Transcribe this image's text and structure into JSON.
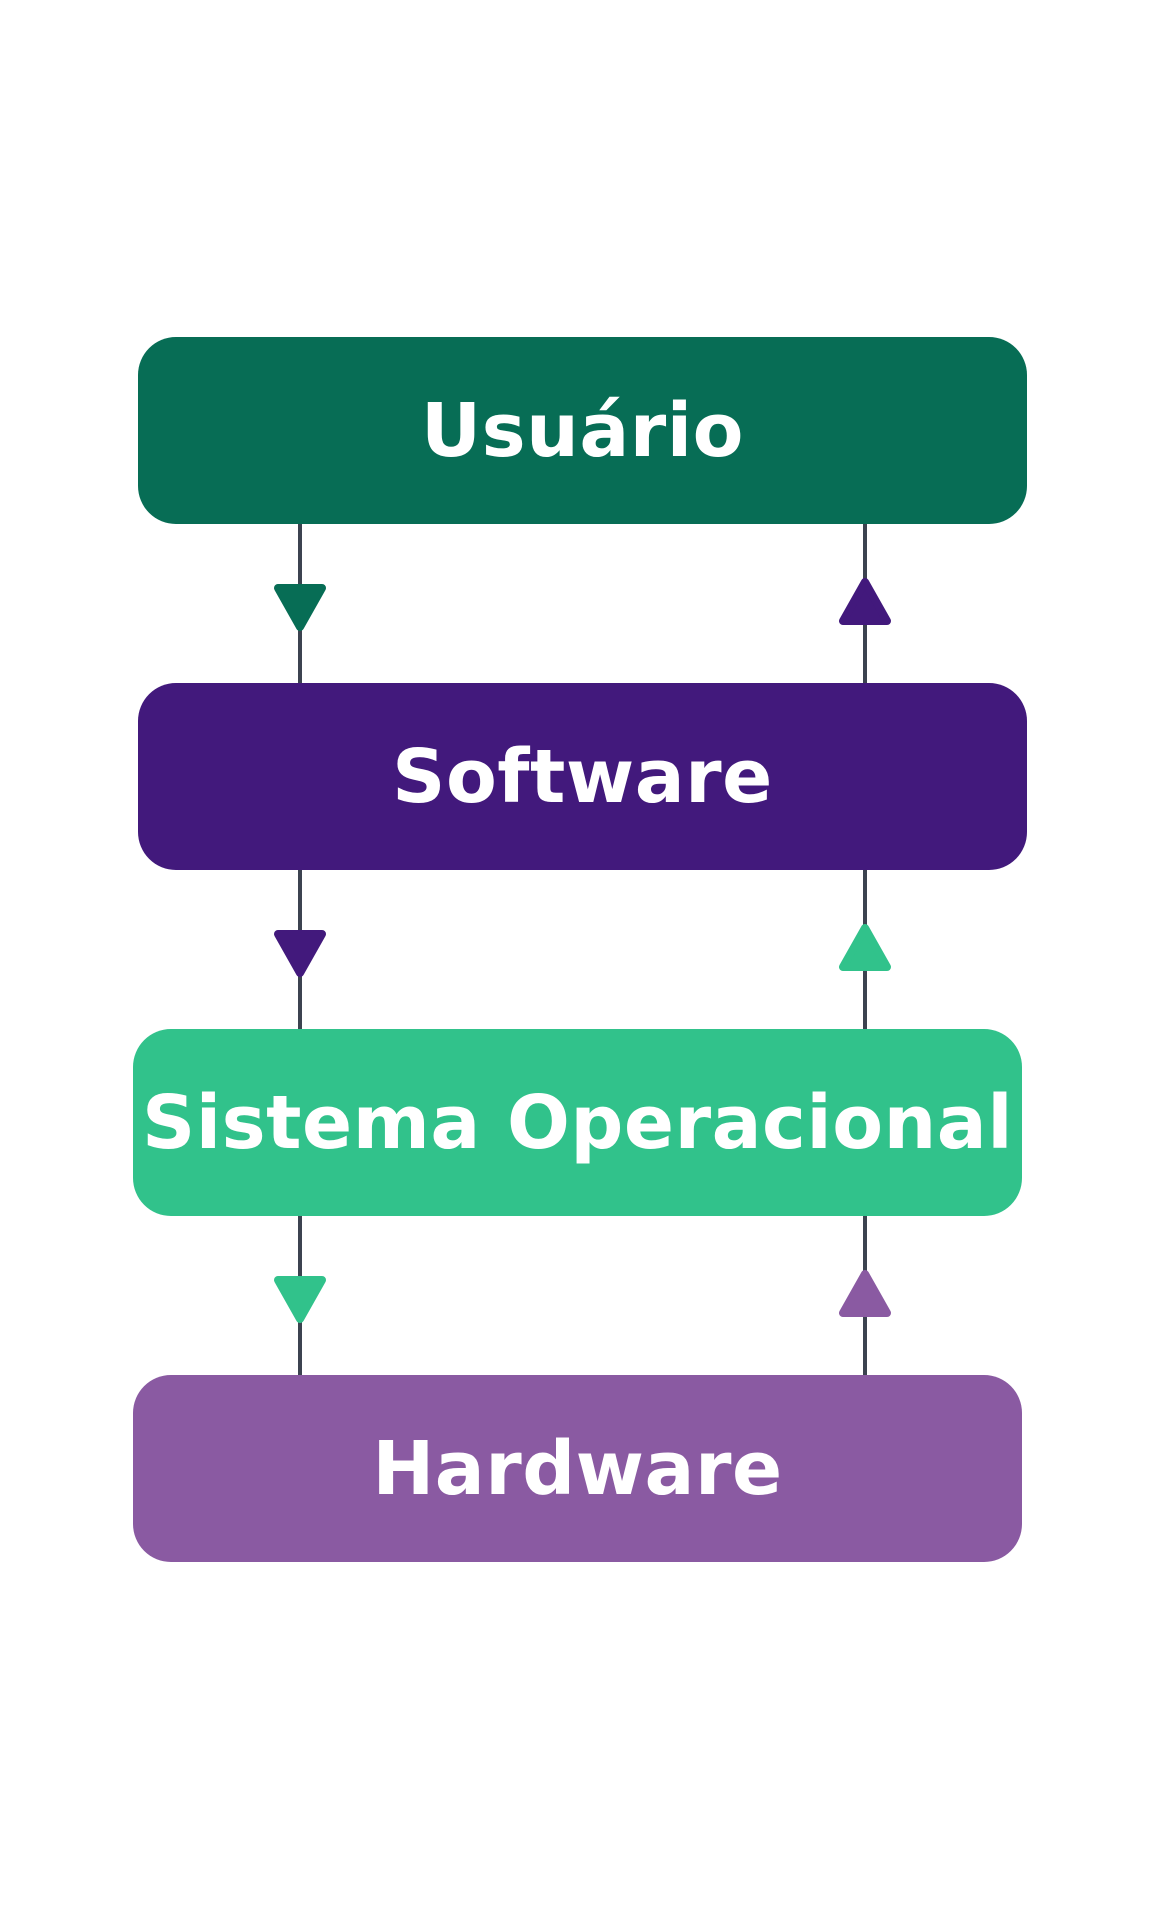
{
  "diagram": {
    "nodes": [
      {
        "id": "usuario",
        "label": "Usuário",
        "color": "#076d55"
      },
      {
        "id": "software",
        "label": "Software",
        "color": "#42197c"
      },
      {
        "id": "so",
        "label": "Sistema Operacional",
        "color": "#31c28b"
      },
      {
        "id": "hardware",
        "label": "Hardware",
        "color": "#8a5aa2"
      }
    ],
    "edges": [
      {
        "from": "usuario",
        "to": "software",
        "direction": "down",
        "arrow_color": "#076d55"
      },
      {
        "from": "software",
        "to": "usuario",
        "direction": "up",
        "arrow_color": "#42197c"
      },
      {
        "from": "software",
        "to": "so",
        "direction": "down",
        "arrow_color": "#42197c"
      },
      {
        "from": "so",
        "to": "software",
        "direction": "up",
        "arrow_color": "#31c28b"
      },
      {
        "from": "so",
        "to": "hardware",
        "direction": "down",
        "arrow_color": "#31c28b"
      },
      {
        "from": "hardware",
        "to": "so",
        "direction": "up",
        "arrow_color": "#8a5aa2"
      }
    ],
    "line_color": "#3c4350"
  }
}
